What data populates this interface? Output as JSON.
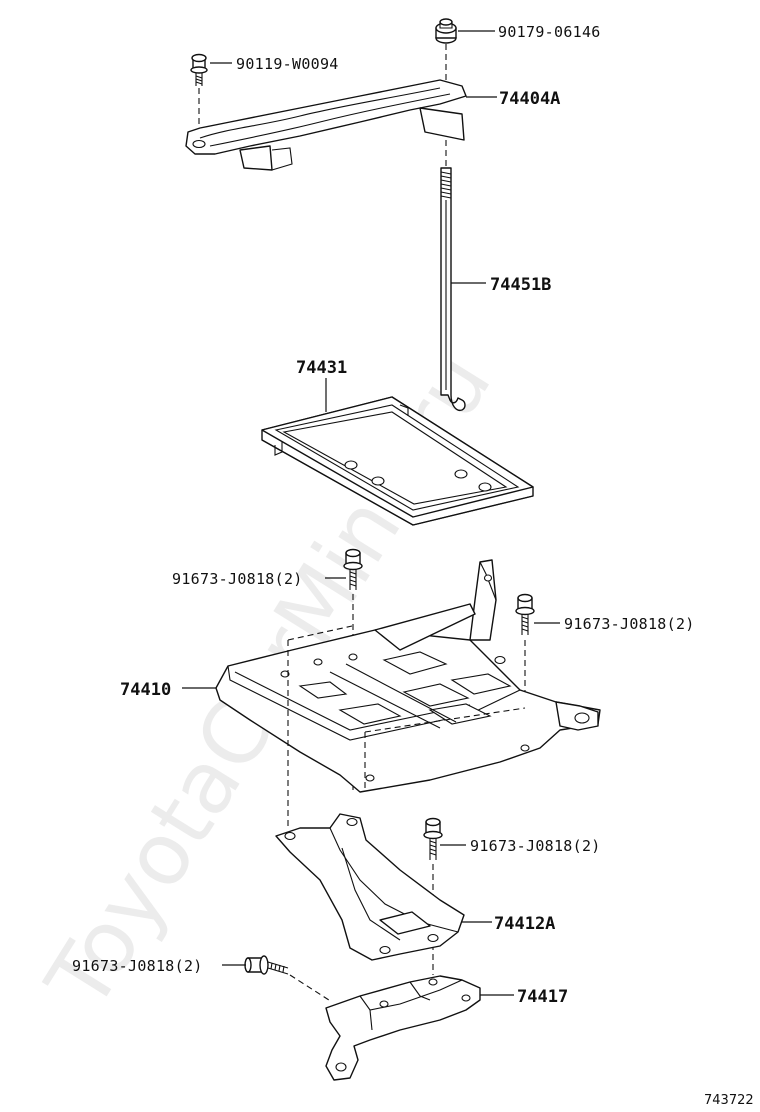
{
  "watermark": "ToyotaCarMine.ru",
  "diagram_ref": "743722",
  "parts": {
    "nut_top": "90179-06146",
    "bolt_top": "90119-W0094",
    "clamp": "74404A",
    "rod": "74451B",
    "tray": "74431",
    "bolt_a": "91673-J0818(2)",
    "bolt_b": "91673-J0818(2)",
    "carrier": "74410",
    "bolt_c": "91673-J0818(2)",
    "bracket": "74412A",
    "bolt_d": "91673-J0818(2)",
    "stay": "74417"
  }
}
